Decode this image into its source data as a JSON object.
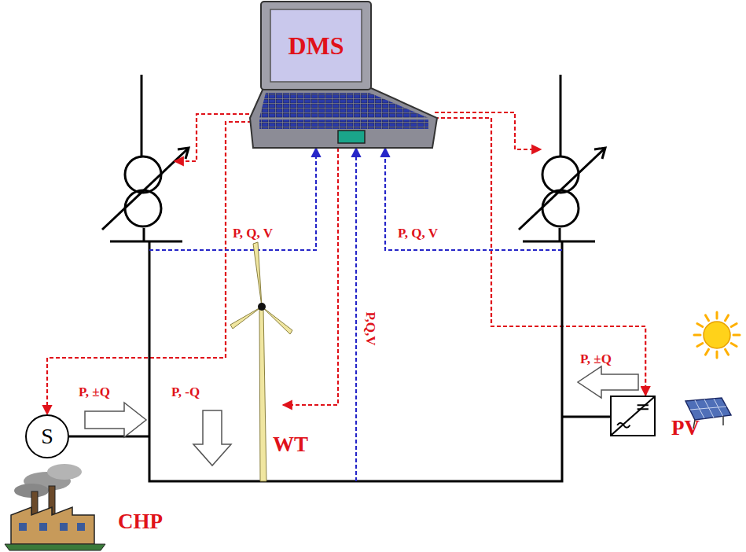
{
  "diagram": {
    "nodes": [
      {
        "text": [
          "DMS"
        ]
      },
      {
        "text": [
          "S"
        ]
      },
      {
        "text": [
          "PV"
        ]
      }
    ],
    "edges": [
      {
        "from": 0,
        "to": 1,
        "arrow": "to"
      },
      {
        "from": 0,
        "to": 2,
        "arrow": "to"
      }
    ],
    "labels": [
      "P, Q, V",
      "P, Q, V",
      "P,Q,V",
      "P, ±Q",
      "P, -Q",
      "WT",
      "P, ±Q",
      "CHP"
    ]
  }
}
